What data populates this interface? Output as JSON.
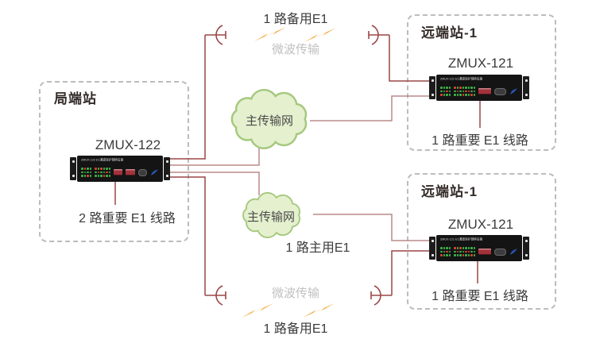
{
  "colors": {
    "line": "#9c4646",
    "line-light": "#bb8a8a",
    "box-dash": "#bcbcbc",
    "text": "#3b3b3b",
    "muted-text": "#c0c0c0",
    "station-label": "#332b28",
    "cloud-fill": "#e4f0ce",
    "cloud-stroke": "#a6c87e",
    "bolt": "#f2b355",
    "led-green": "#3db54a",
    "led-red": "#e0422f",
    "module": "#a3323a",
    "logo-blue": "#2d55b8"
  },
  "stations": {
    "local": {
      "label": "局端站",
      "device_title": "ZMUX-122",
      "panel_text": "ZMUX-122 E1通道保护倒换设备",
      "caption": "2 路重要 E1 线路",
      "leds": {
        "g1": [
          "g",
          "g",
          "g",
          "r",
          "g",
          "g",
          "g",
          "g",
          "r",
          "g",
          "g",
          "g"
        ],
        "g2": [
          "r",
          "g",
          "g",
          "g",
          "r",
          "g",
          "r",
          "g",
          "g",
          "g",
          "g",
          "r",
          "g",
          "r",
          "g",
          "g",
          "g",
          "g"
        ]
      }
    },
    "remote_top": {
      "label": "远端站-1",
      "device_title": "ZMUX-121",
      "panel_text": "ZMUX-121 E1通道保护倒换设备",
      "caption": "1 路重要 E1 线路",
      "leds": {
        "g1": [
          "g",
          "g",
          "r",
          "g",
          "g",
          "g",
          "g",
          "r",
          "g",
          "g",
          "g",
          "g"
        ],
        "g2": [
          "r",
          "g",
          "g",
          "g",
          "r",
          "g",
          "r",
          "g",
          "g",
          "g",
          "g",
          "r",
          "g",
          "r",
          "g",
          "g",
          "r",
          "g",
          "g",
          "g",
          "r",
          "g",
          "g",
          "g"
        ]
      }
    },
    "remote_bottom": {
      "label": "远端站-1",
      "device_title": "ZMUX-121",
      "panel_text": "ZMUX-121 E1通道保护倒换设备",
      "caption": "1 路重要 E1 线路",
      "leds": {
        "g1": [
          "g",
          "g",
          "r",
          "g",
          "g",
          "g",
          "g",
          "r",
          "g",
          "g",
          "g",
          "g"
        ],
        "g2": [
          "r",
          "g",
          "g",
          "g",
          "r",
          "g",
          "r",
          "g",
          "g",
          "g",
          "g",
          "r",
          "g",
          "r",
          "g",
          "g",
          "r",
          "g",
          "g",
          "g",
          "r",
          "g",
          "g",
          "g"
        ]
      }
    }
  },
  "clouds": {
    "top": {
      "label": "主传输网"
    },
    "bottom": {
      "label": "主传输网"
    }
  },
  "links": {
    "microwave_top": {
      "label": "1 路备用E1",
      "sublabel": "微波传输"
    },
    "microwave_bottom": {
      "label": "1 路备用E1",
      "sublabel": "微波传输"
    },
    "main": {
      "label": "1 路主用E1"
    }
  }
}
